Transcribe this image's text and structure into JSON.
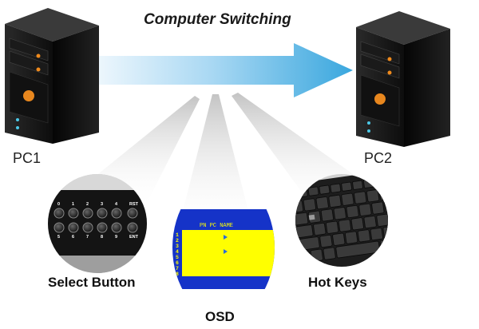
{
  "diagram": {
    "title": "Computer Switching",
    "pc1_label": "PC1",
    "pc2_label": "PC2",
    "select_button_label": "Select Button",
    "osd_label": "OSD",
    "hot_keys_label": "Hot Keys",
    "arrow_colors": [
      "#eef7fd",
      "#3aa7de"
    ],
    "button_panel": {
      "top_numbers": [
        "0",
        "1",
        "2",
        "3",
        "4"
      ],
      "bottom_numbers": [
        "5",
        "6",
        "7",
        "8",
        "9"
      ],
      "rst_label": "RST",
      "ent_label": "ENT"
    },
    "osd_screen": {
      "header": "PN  PC  NAME",
      "line_numbers": [
        "1",
        "2",
        "3",
        "4",
        "5",
        "6",
        "7",
        "8"
      ],
      "colors": {
        "background": "#1533c8",
        "highlight": "#ffff00"
      }
    }
  }
}
